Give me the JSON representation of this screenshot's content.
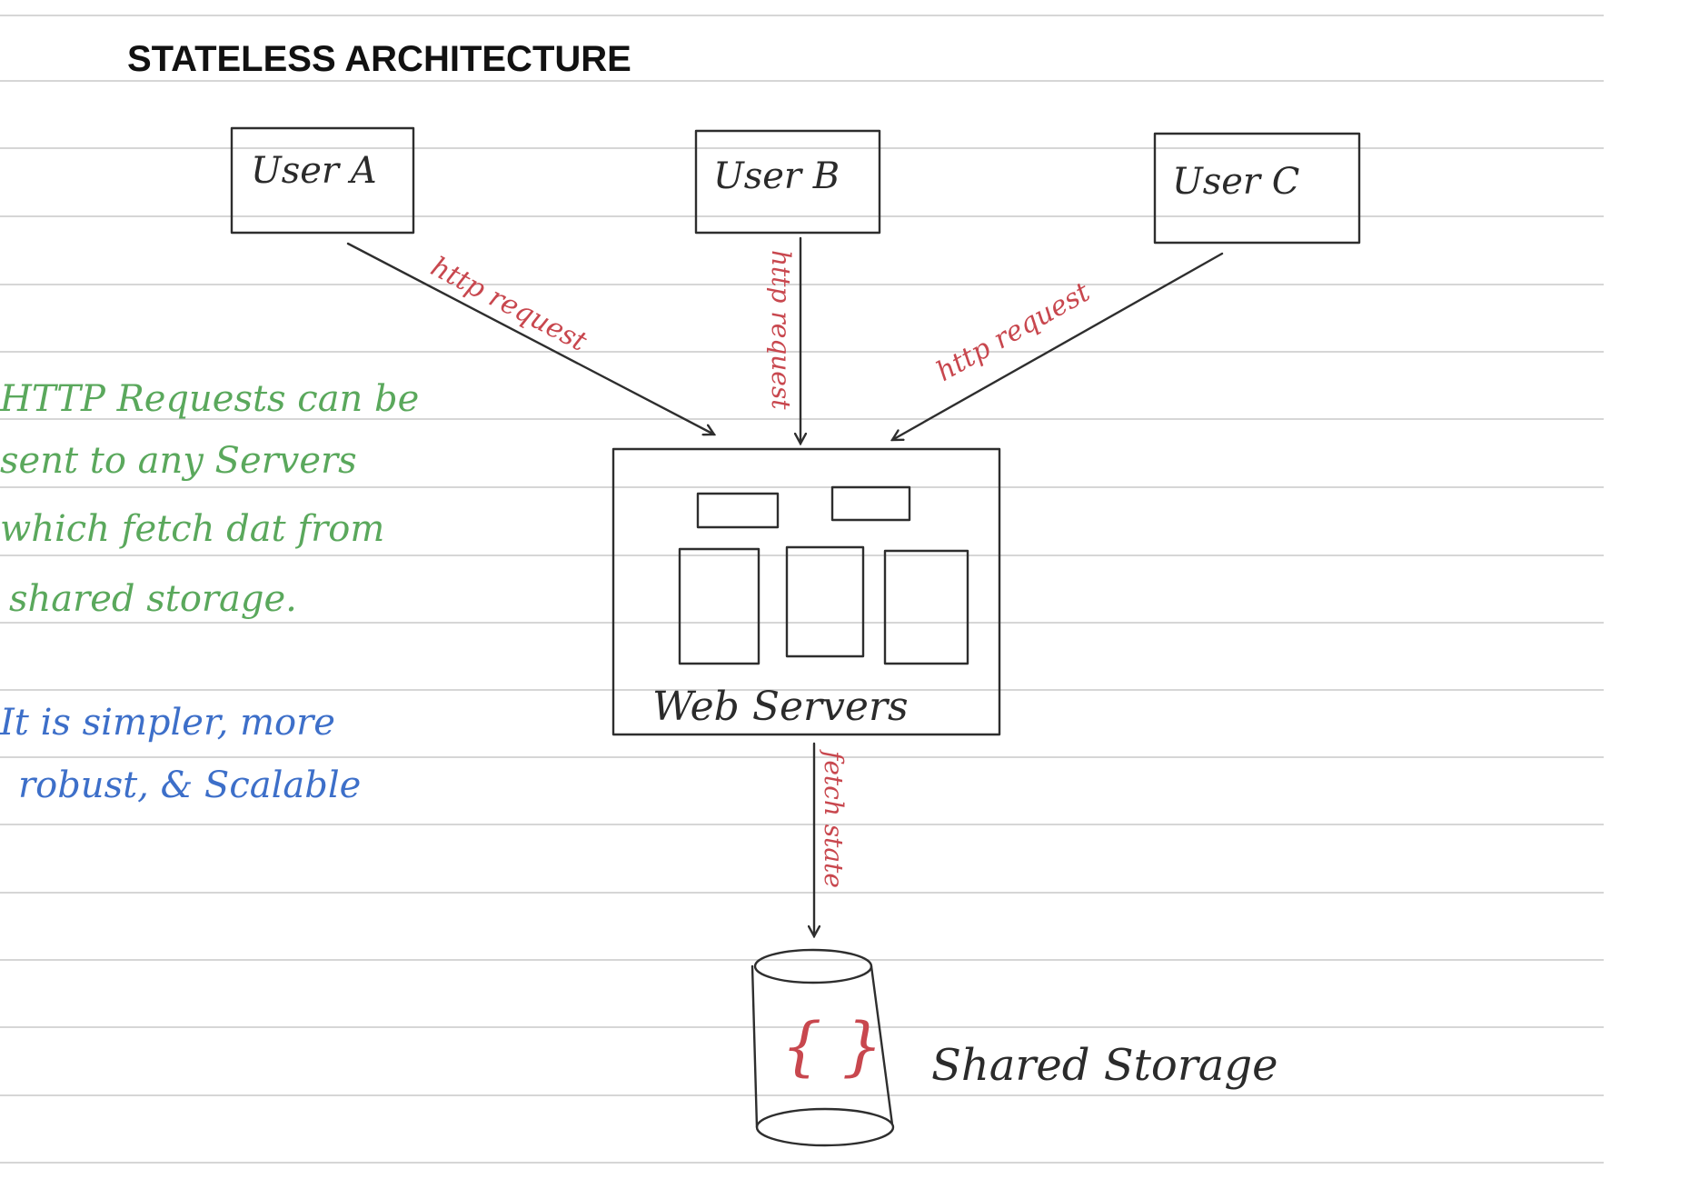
{
  "title": "STATELESS ARCHITECTURE",
  "users": [
    {
      "label": "User A"
    },
    {
      "label": "User B"
    },
    {
      "label": "User C"
    }
  ],
  "edges": {
    "user_a_to_servers": "http request",
    "user_b_to_servers": "http request",
    "user_c_to_servers": "http request",
    "servers_to_storage": "fetch state"
  },
  "web_servers": {
    "label": "Web Servers"
  },
  "storage": {
    "label": "Shared Storage",
    "symbol": "{ }"
  },
  "notes": {
    "green": [
      "HTTP Requests can be",
      "sent to any Servers",
      "which fetch dat from",
      "shared storage."
    ],
    "blue": [
      "It is simpler, more",
      "robust, & Scalable"
    ]
  },
  "colors": {
    "ink": "#2e2e2e",
    "red": "#c8474e",
    "green": "#5aa85c",
    "blue": "#3d6fc9",
    "ruling": "#c8c8c8"
  }
}
